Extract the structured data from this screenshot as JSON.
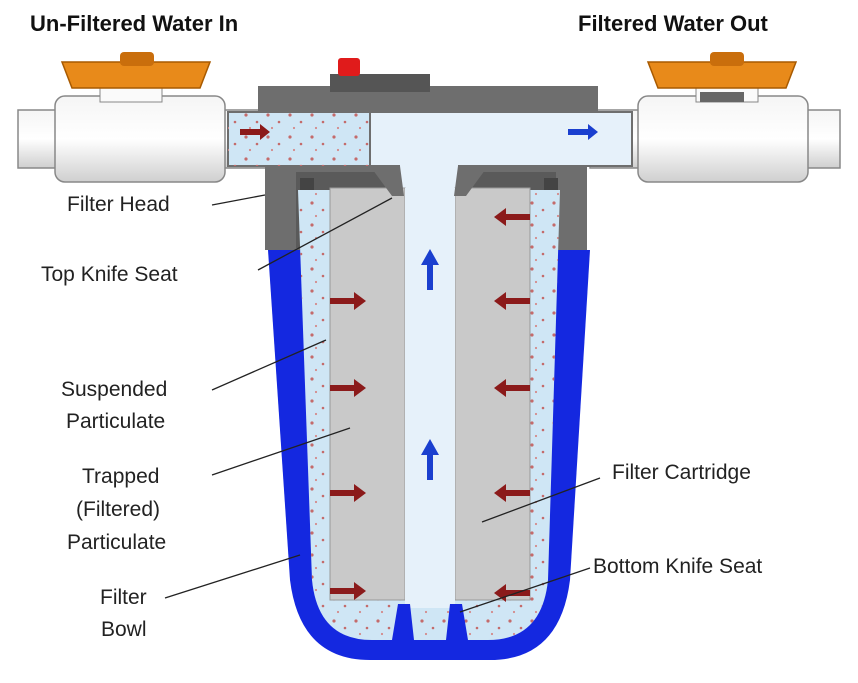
{
  "headings": {
    "inlet": "Un-Filtered Water In",
    "outlet": "Filtered Water Out"
  },
  "labels": {
    "filter_head": "Filter Head",
    "top_knife_seat": "Top Knife Seat",
    "suspended_particulate": [
      "Suspended",
      "Particulate"
    ],
    "trapped_particulate": [
      "Trapped",
      "(Filtered)",
      "Particulate"
    ],
    "filter_bowl": [
      "Filter",
      "Bowl"
    ],
    "filter_cartridge": "Filter Cartridge",
    "bottom_knife_seat": "Bottom Knife Seat"
  },
  "colors": {
    "water": "#cfe6f5",
    "bowl": "#1428e0",
    "head": "#6e6e6e",
    "cartridge": "#c9c9c9",
    "valve_handle": "#e88a1a",
    "inflow_arrow": "#8b1a1a",
    "outflow_arrow": "#1a3fcf",
    "pressure_button": "#e01b1b"
  }
}
